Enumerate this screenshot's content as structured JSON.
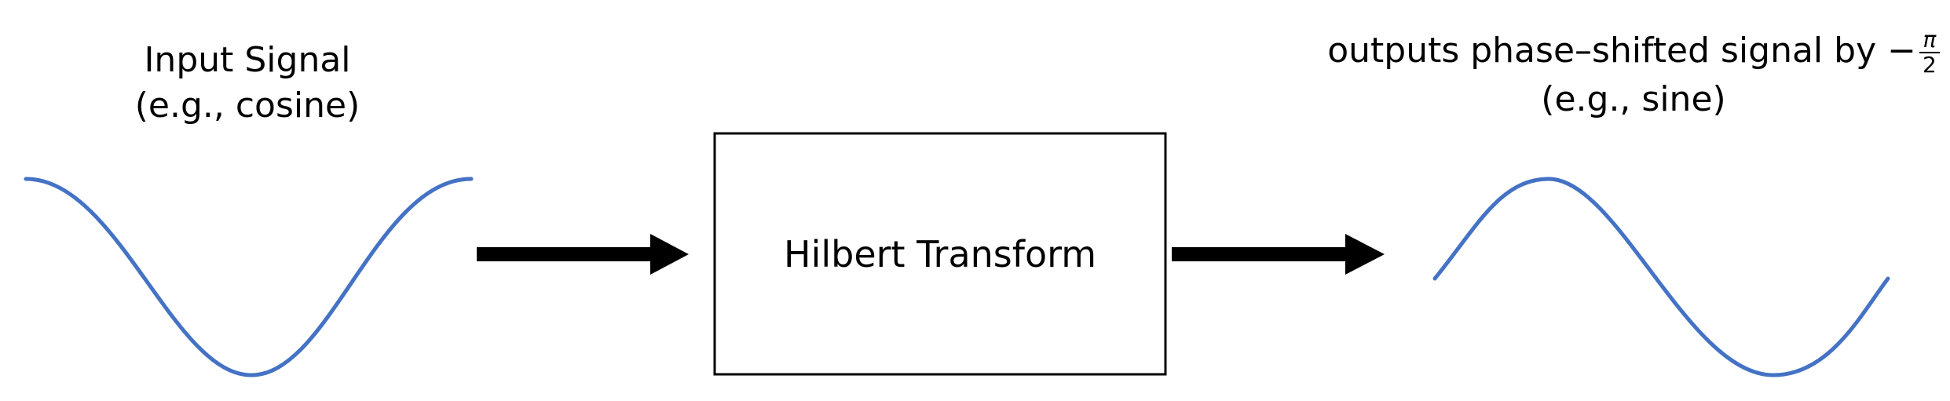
{
  "input": {
    "title": "Input Signal",
    "subtitle": "(e.g., cosine)"
  },
  "block": {
    "label": "Hilbert Transform"
  },
  "output": {
    "title_prefix": "outputs phase–shifted signal by −",
    "fraction_numerator": "π",
    "fraction_denominator": "2",
    "subtitle": "(e.g., sine)"
  },
  "colors": {
    "wave": "#4472C4",
    "stroke": "#000000"
  }
}
